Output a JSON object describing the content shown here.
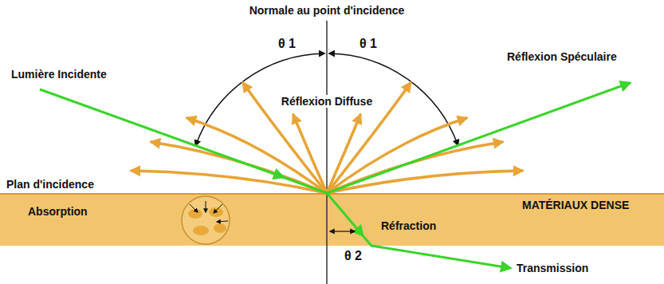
{
  "diagram": {
    "nodes": [
      {
        "text": [
          "Absorption",
          "MATÉRIAUX DENSE",
          "Réfraction"
        ]
      }
    ],
    "labels": [
      "Normale au point d'incidence",
      "Lumière Incidente",
      "θ 1",
      "θ 1",
      "Réflexion Spéculaire",
      "Réflexion Diffuse",
      "Plan d'incidence",
      "θ 2",
      "Transmission"
    ]
  }
}
